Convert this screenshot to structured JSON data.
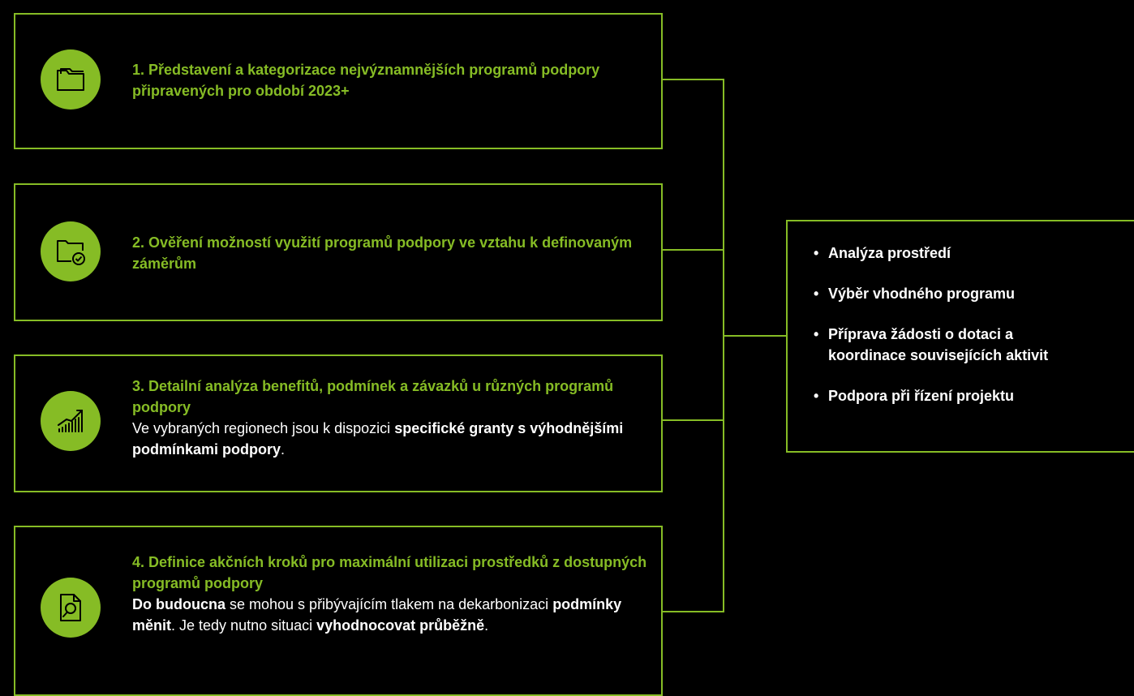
{
  "colors": {
    "accent": "#86bc25",
    "background": "#000000",
    "text": "#ffffff"
  },
  "steps": [
    {
      "icon": "folder-icon",
      "title": "1. Představení a kategorizace nejvýznamnějších programů podpory připravených pro období 2023+"
    },
    {
      "icon": "folder-check-icon",
      "title": "2. Ověření možností využití programů podpory ve vztahu k definovaným záměrům"
    },
    {
      "icon": "growth-chart-icon",
      "title": "3. Detailní analýza benefitů, podmínek a závazků u různých programů podpory",
      "body": [
        {
          "text": "Ve vybraných regionech jsou k dispozici ",
          "bold": false
        },
        {
          "text": "specifické granty s výhodnějšími podmínkami podpory",
          "bold": true
        },
        {
          "text": ".",
          "bold": false
        }
      ]
    },
    {
      "icon": "document-search-icon",
      "title": "4. Definice akčních kroků pro maximální utilizaci prostředků z dostupných programů podpory",
      "body": [
        {
          "text": "Do budoucna",
          "bold": true
        },
        {
          "text": " se mohou s přibývajícím tlakem na dekarbonizaci ",
          "bold": false
        },
        {
          "text": "podmínky měnit",
          "bold": true
        },
        {
          "text": ". Je tedy nutno situaci ",
          "bold": false
        },
        {
          "text": "vyhodnocovat průběžně",
          "bold": true
        },
        {
          "text": ".",
          "bold": false
        }
      ]
    }
  ],
  "summary": {
    "items": [
      "Analýza prostředí",
      "Výběr vhodného programu",
      "Příprava žádosti o dotaci a koordinace souvisejících aktivit",
      "Podpora při řízení projektu"
    ]
  }
}
